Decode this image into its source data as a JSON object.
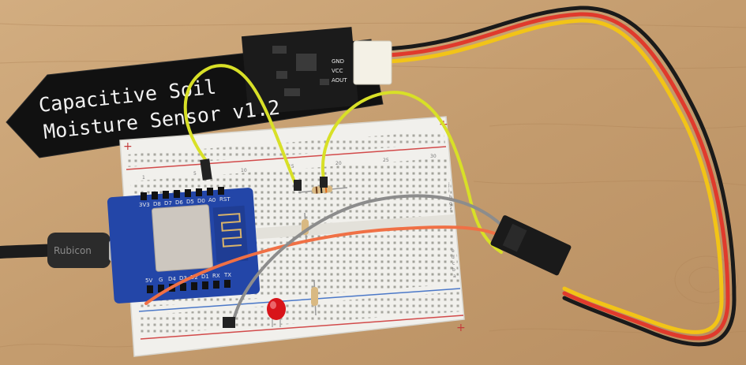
{
  "sensor": {
    "line1": "Capacitive Soil",
    "line2": "Moisture Sensor v1.2",
    "pins": [
      "GND",
      "VCC",
      "AOUT"
    ]
  },
  "board": {
    "top_pins": [
      "3V3",
      "D8",
      "D7",
      "D6",
      "D5",
      "D0",
      "A0",
      "RST"
    ],
    "bottom_pins": [
      "5V",
      "G",
      "D4",
      "D3",
      "D2",
      "D1",
      "RX",
      "TX"
    ]
  },
  "cable": {
    "logo": "Rubicon"
  },
  "breadboard": {
    "rail_plus": "+",
    "row_letters_top": [
      "j",
      "i",
      "h",
      "g",
      "f"
    ],
    "row_letters_bottom": [
      "e",
      "d",
      "c",
      "b",
      "a"
    ],
    "column_numbers": [
      "1",
      "5",
      "10",
      "15",
      "20",
      "25",
      "30"
    ]
  },
  "colors": {
    "wood": "#c9a57a",
    "sensor_pcb": "#111111",
    "wemos_blue": "#2346a8",
    "breadboard": "#f1f0ec",
    "jumper_yellow": "#d8e027",
    "jumper_orange": "#f07045",
    "jumper_gray": "#8c8c8c",
    "wire_black": "#1a1a1a",
    "wire_red": "#e03a2c",
    "wire_yellow": "#f2c417",
    "led_red": "#d8141a"
  }
}
